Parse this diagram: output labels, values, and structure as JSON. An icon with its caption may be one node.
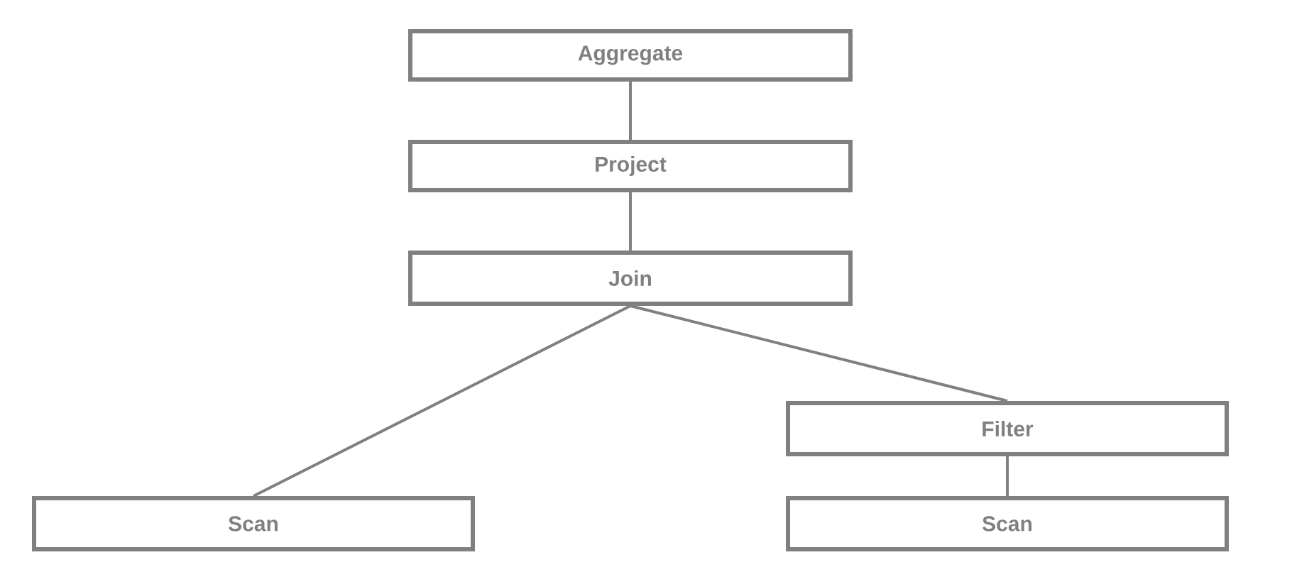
{
  "diagram": {
    "nodes": [
      {
        "text": [
          "Aggregate"
        ]
      },
      {
        "text": [
          "Project"
        ]
      },
      {
        "text": [
          "Join"
        ]
      },
      {
        "text": [
          "Scan"
        ]
      },
      {
        "text": [
          "Filter"
        ]
      },
      {
        "text": [
          "Scan"
        ]
      }
    ],
    "edges": [
      {
        "from": 0,
        "to": 1,
        "arrow": "none"
      },
      {
        "from": 1,
        "to": 2,
        "arrow": "none"
      },
      {
        "from": 2,
        "to": 3,
        "arrow": "none"
      },
      {
        "from": 2,
        "to": 4,
        "arrow": "none"
      },
      {
        "from": 4,
        "to": 5,
        "arrow": "none"
      }
    ]
  }
}
